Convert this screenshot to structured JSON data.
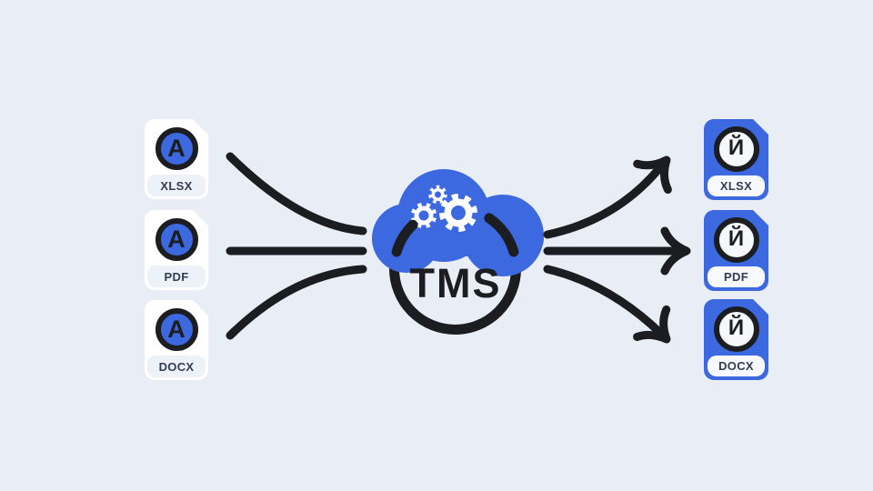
{
  "colors": {
    "background": "#E9EDF6",
    "accent_blue": "#3C68E0",
    "ink": "#1C1D20",
    "card_white": "#FFFFFF",
    "chip_light": "#EDF1F8",
    "chip_white": "#F7F9FC",
    "label_text": "#333E54",
    "badge_inner_white": "#F5F7FA"
  },
  "hub": {
    "label": "TMS"
  },
  "icons": {
    "hub": "cloud-with-gears-icon",
    "source_badge": "latin-letter-circle-icon",
    "target_badge": "cyrillic-letter-circle-icon",
    "flow": "hand-drawn-arrow-icon"
  },
  "source_files": [
    {
      "format": "XLSX",
      "language_letter": "A"
    },
    {
      "format": "PDF",
      "language_letter": "A"
    },
    {
      "format": "DOCX",
      "language_letter": "A"
    }
  ],
  "target_files": [
    {
      "format": "XLSX",
      "language_letter": "Й"
    },
    {
      "format": "PDF",
      "language_letter": "Й"
    },
    {
      "format": "DOCX",
      "language_letter": "Й"
    }
  ]
}
